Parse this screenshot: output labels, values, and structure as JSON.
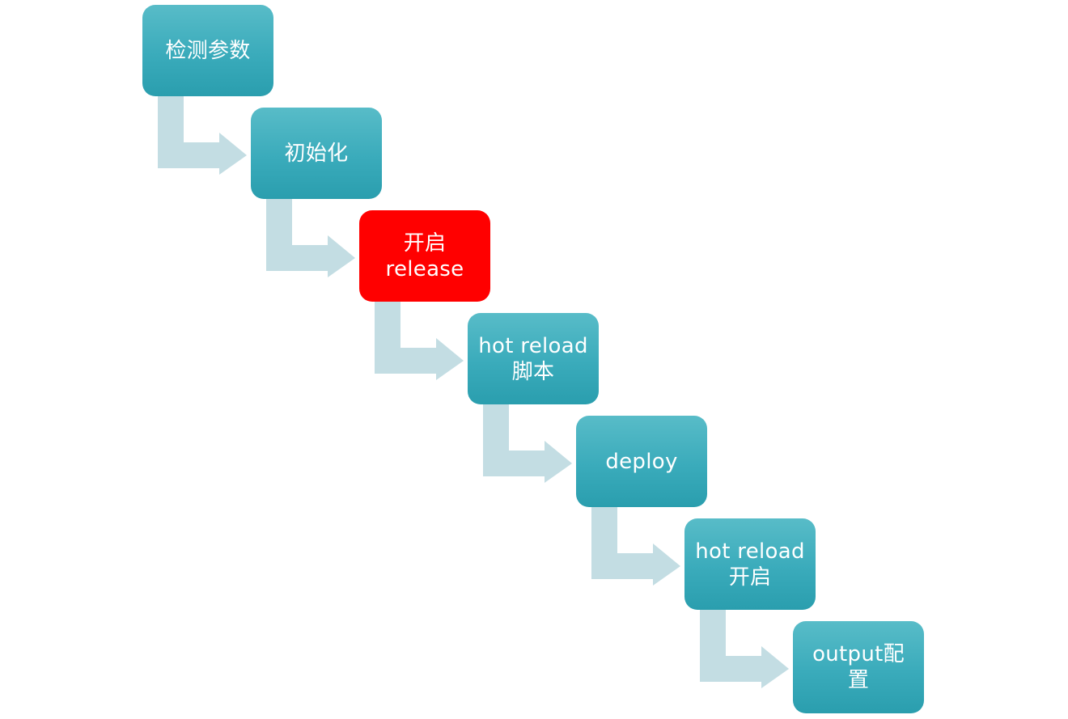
{
  "steps": [
    {
      "label": "检测参数",
      "highlight": false
    },
    {
      "label": "初始化",
      "highlight": false
    },
    {
      "label": "开启\nrelease",
      "highlight": true
    },
    {
      "label": "hot reload\n脚本",
      "highlight": false
    },
    {
      "label": "deploy",
      "highlight": false
    },
    {
      "label": "hot reload\n开启",
      "highlight": false
    },
    {
      "label": "output配\n置",
      "highlight": false
    }
  ],
  "colors": {
    "box_top": "#58bcc8",
    "box_bottom": "#2a9eae",
    "highlight": "#ff0000",
    "connector": "#c3dde3",
    "text": "#ffffff"
  }
}
